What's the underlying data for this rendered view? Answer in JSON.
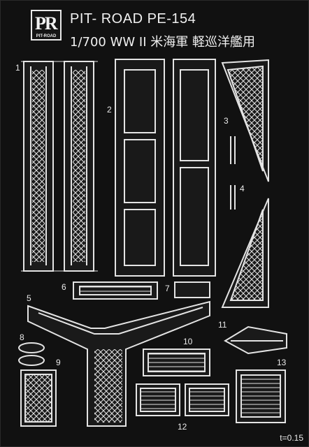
{
  "header": {
    "logo_mark": "PR",
    "logo_text": "PIT-ROAD",
    "line1": "PIT- ROAD PE-154",
    "line2": "1/700 WW II  米海軍 軽巡洋艦用"
  },
  "part_numbers": [
    "1",
    "2",
    "3",
    "4",
    "5",
    "6",
    "7",
    "8",
    "9",
    "10",
    "11",
    "12",
    "13"
  ],
  "thickness": "t=0.15",
  "colors": {
    "fret": "#111111",
    "metal": "#e4e4e4",
    "text": "#eaeaea"
  }
}
